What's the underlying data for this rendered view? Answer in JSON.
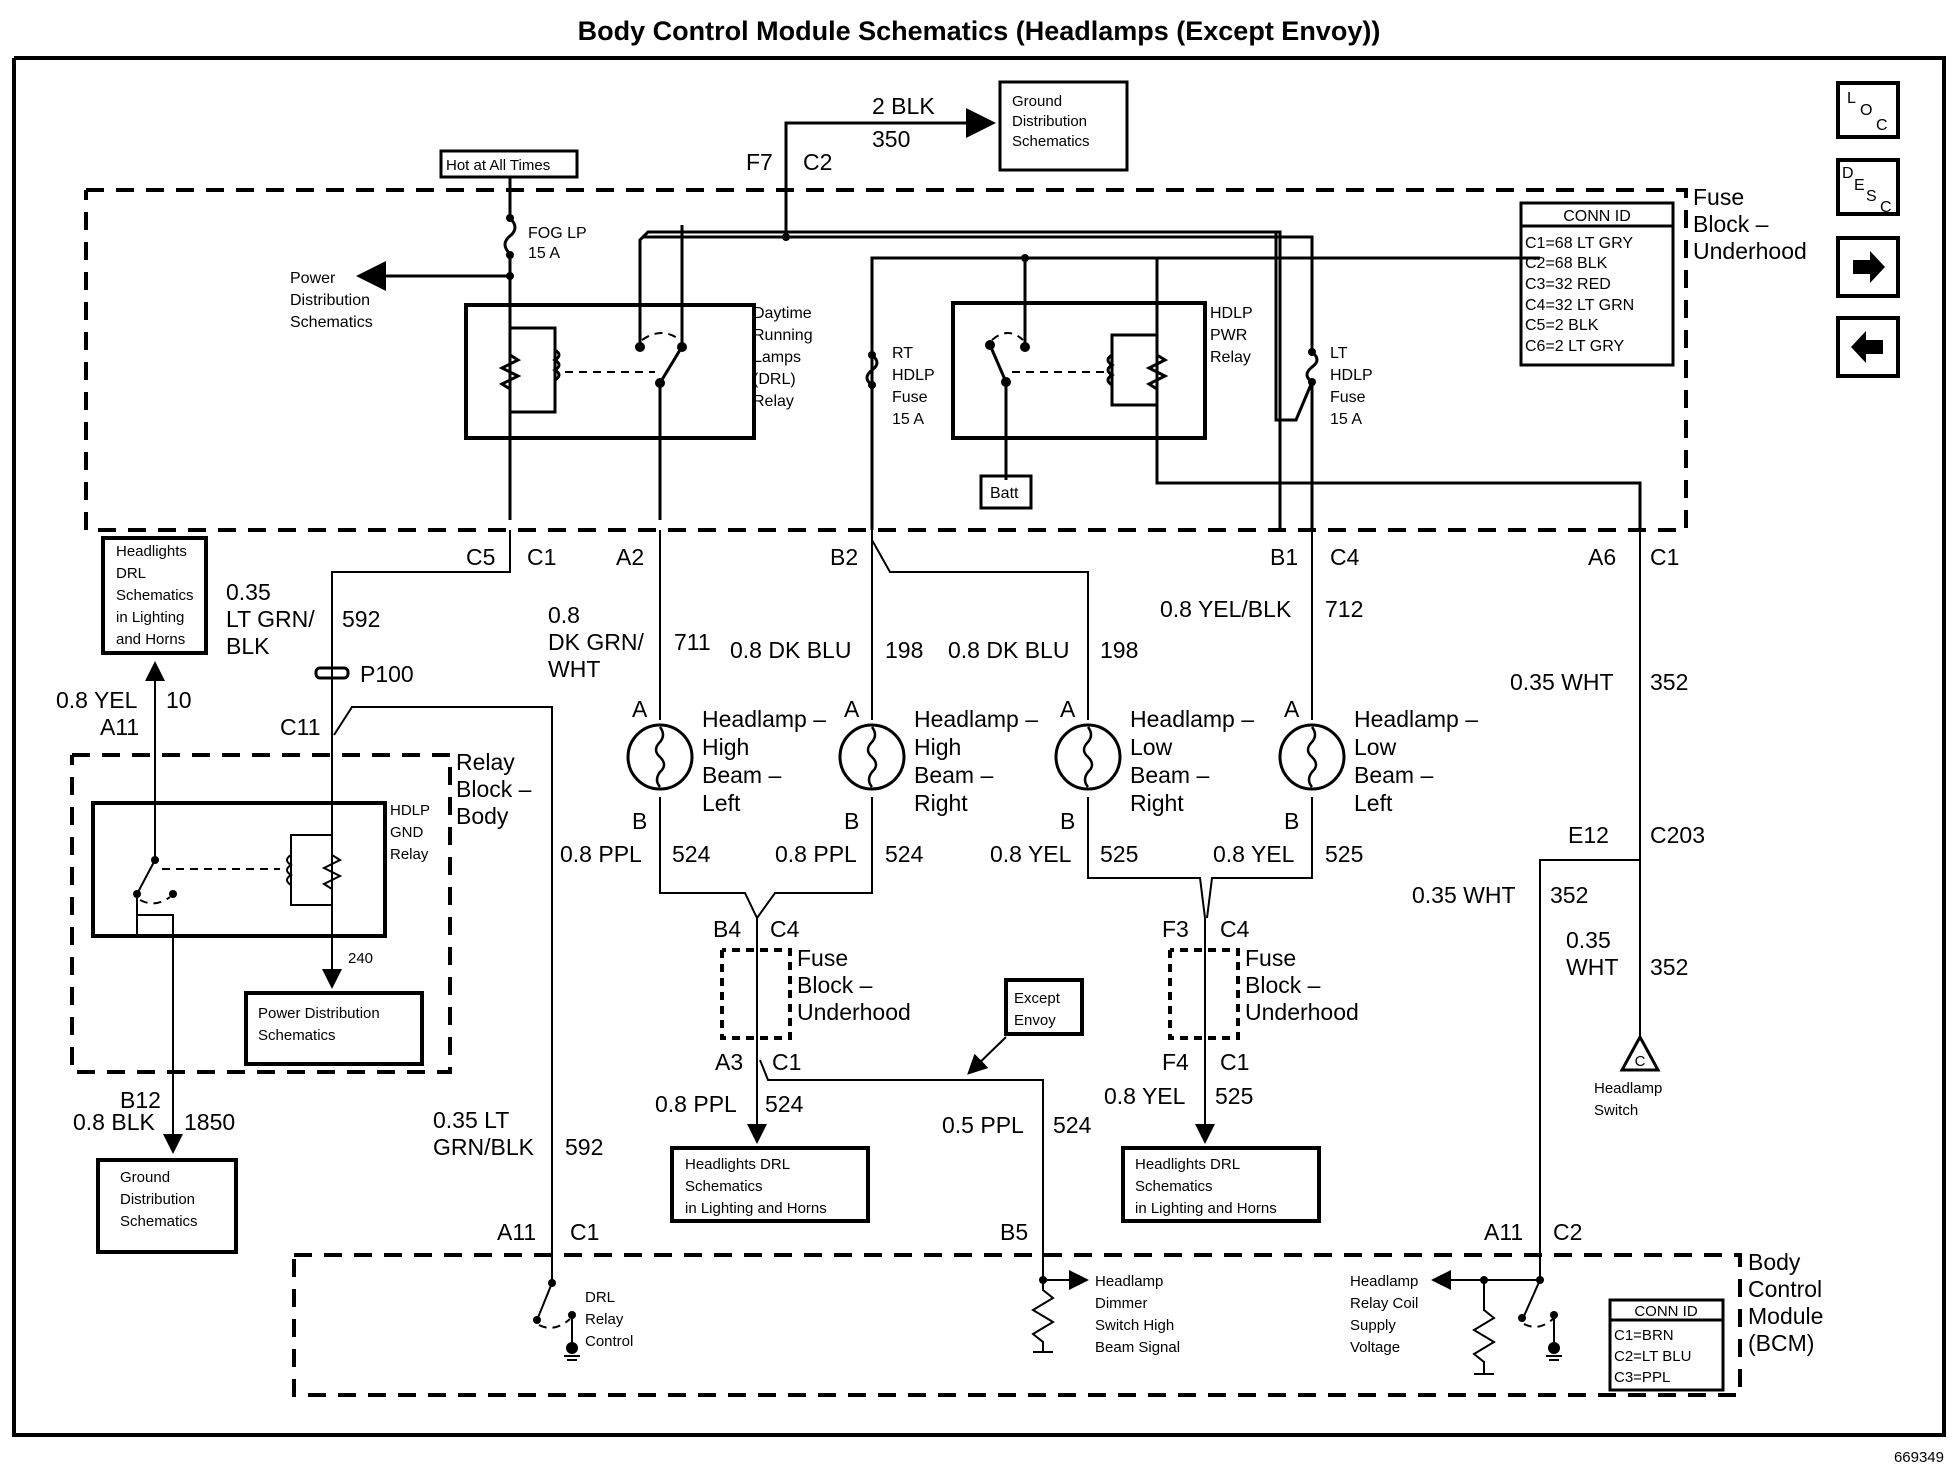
{
  "title": "Body Control Module Schematics (Headlamps (Except Envoy))",
  "figure_id": "669349",
  "nav": {
    "loc": [
      "L",
      "O",
      "C"
    ],
    "desc": [
      "D",
      "E",
      "S",
      "C"
    ],
    "next_icon": "right-arrow-icon",
    "prev_icon": "left-arrow-icon"
  },
  "top": {
    "hot_label": "Hot at All Times",
    "f7": "F7",
    "c2": "C2",
    "wire_gauge": "2 BLK",
    "wire_circuit": "350",
    "ground_box": [
      "Ground",
      "Distribution",
      "Schematics"
    ],
    "fog_fuse": [
      "FOG LP",
      "15 A"
    ],
    "power_dist": [
      "Power",
      "Distribution",
      "Schematics"
    ]
  },
  "fuse_block": {
    "label": [
      "Fuse",
      "Block –",
      "Underhood"
    ],
    "conn_id_title": "CONN ID",
    "conn_ids": [
      "C1=68 LT GRY",
      "C2=68 BLK",
      "C3=32 RED",
      "C4=32 LT GRN",
      "C5=2 BLK",
      "C6=2 LT GRY"
    ],
    "drl_relay": [
      "Daytime",
      "Running",
      "Lamps",
      "(DRL)",
      "Relay"
    ],
    "rt_fuse": [
      "RT",
      "HDLP",
      "Fuse",
      "15 A"
    ],
    "hdlp_pwr_relay": [
      "HDLP",
      "PWR",
      "Relay"
    ],
    "lt_fuse": [
      "LT",
      "HDLP",
      "Fuse",
      "15 A"
    ],
    "batt": "Batt"
  },
  "connectors": {
    "c5": "C5",
    "c5c1": "C1",
    "a2": "A2",
    "b2": "B2",
    "b1": "B1",
    "b1c4": "C4",
    "a6": "A6",
    "a6c1": "C1"
  },
  "left": {
    "drl_box": [
      "Headlights",
      "DRL",
      "Schematics",
      "in Lighting",
      "and Horns"
    ],
    "w592": [
      "0.35",
      "LT GRN/",
      "BLK"
    ],
    "w592_circ": "592",
    "p100": "P100",
    "yel_gauge": "0.8 YEL",
    "yel_circ": "10",
    "a11": "A11",
    "c11": "C11",
    "relay_block": [
      "Relay",
      "Block –",
      "Body"
    ],
    "gnd_relay": [
      "HDLP",
      "GND",
      "Relay"
    ],
    "c240": "240",
    "pd_box": [
      "Power Distribution",
      "Schematics"
    ],
    "b12": "B12",
    "blk_gauge": "0.8 BLK",
    "blk_circ": "1850",
    "gnd_box": [
      "Ground",
      "Distribution",
      "Schematics"
    ],
    "lower_592": [
      "0.35 LT",
      "GRN/BLK"
    ],
    "lower_592_circ": "592"
  },
  "wires": {
    "w711": [
      "0.8",
      "DK GRN/",
      "WHT"
    ],
    "w711_circ": "711",
    "w198a": "0.8 DK BLU",
    "w198a_circ": "198",
    "w198b": "0.8 DK BLU",
    "w198b_circ": "198",
    "w712": "0.8 YEL/BLK",
    "w712_circ": "712",
    "w352a": "0.35 WHT",
    "w352a_circ": "352",
    "w352b": "0.35 WHT",
    "w352b_circ": "352",
    "w352c": [
      "0.35",
      "WHT"
    ],
    "w352c_circ": "352",
    "ppl1": "0.8 PPL",
    "ppl1_circ": "524",
    "ppl2": "0.8 PPL",
    "ppl2_circ": "524",
    "yel1": "0.8 YEL",
    "yel1_circ": "525",
    "yel2": "0.8 YEL",
    "yel2_circ": "525"
  },
  "lamps": [
    {
      "pin_a": "A",
      "pin_b": "B",
      "label": [
        "Headlamp –",
        "High",
        "Beam –",
        "Left"
      ]
    },
    {
      "pin_a": "A",
      "pin_b": "B",
      "label": [
        "Headlamp –",
        "High",
        "Beam –",
        "Right"
      ]
    },
    {
      "pin_a": "A",
      "pin_b": "B",
      "label": [
        "Headlamp –",
        "Low",
        "Beam –",
        "Right"
      ]
    },
    {
      "pin_a": "A",
      "pin_b": "B",
      "label": [
        "Headlamp –",
        "Low",
        "Beam –",
        "Left"
      ]
    }
  ],
  "splices": {
    "b4": "B4",
    "b4c": "C4",
    "a3": "A3",
    "a3c": "C1",
    "f3": "F3",
    "f3c": "C4",
    "f4": "F4",
    "f4c": "C1",
    "fb_label": [
      "Fuse",
      "Block –",
      "Underhood"
    ],
    "ppl_out": "0.8 PPL",
    "ppl_out_circ": "524",
    "ppl05": "0.5 PPL",
    "ppl05_circ": "524",
    "yel_out": "0.8 YEL",
    "yel_out_circ": "525",
    "except_envoy": [
      "Except",
      "Envoy"
    ],
    "drl_box": [
      "Headlights DRL",
      "Schematics",
      "in Lighting and Horns"
    ]
  },
  "right": {
    "e12": "E12",
    "c203": "C203",
    "switch_label": [
      "Headlamp",
      "Switch"
    ],
    "switch_letter": "C"
  },
  "bcm": {
    "a11": "A11",
    "c1": "C1",
    "b5": "B5",
    "a11b": "A11",
    "c2": "C2",
    "drl_ctrl": [
      "DRL",
      "Relay",
      "Control"
    ],
    "dimmer": [
      "Headlamp",
      "Dimmer",
      "Switch High",
      "Beam Signal"
    ],
    "coil": [
      "Headlamp",
      "Relay Coil",
      "Supply",
      "Voltage"
    ],
    "label": [
      "Body",
      "Control",
      "Module",
      "(BCM)"
    ],
    "conn_id_title": "CONN ID",
    "conn_ids": [
      "C1=BRN",
      "C2=LT BLU",
      "C3=PPL"
    ]
  }
}
